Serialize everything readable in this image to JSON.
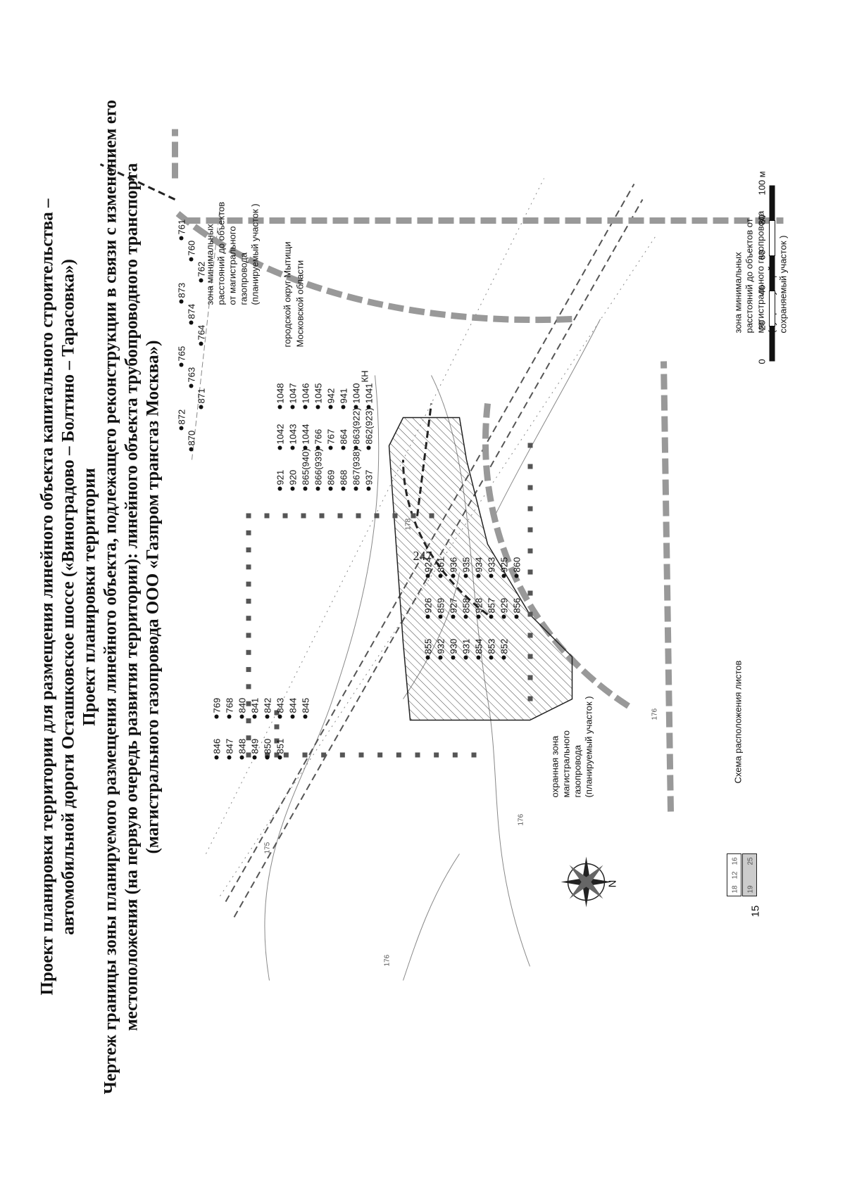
{
  "page_number": "247",
  "title": {
    "line1": "Проект планировки территории для размещения линейного объекта капитального строительства –",
    "line2": "автомобильной дороги Осташковское шоссе («Виноградово – Болтино – Тарасовка»)",
    "line3": "Проект планировки территории",
    "line4": "Чертеж границы зоны планируемого размещения линейного объекта, подлежащего реконструкции в связи с изменением его",
    "line5": "местоположения (на первую очередь развития территории): линейного объекта трубопроводного транспорта",
    "line6": "(магистрального газопровода ООО «Газпром трансгаз Москва»)"
  },
  "map": {
    "district_label_1": "городской округ Мытищи",
    "district_label_2": "Московской области",
    "planned_min_zone": [
      "зона минимальных",
      "расстояний до объектов",
      "от магистрального",
      "газопровода",
      "(планируемый участок )"
    ],
    "existing_min_zone": [
      "зона минимальных",
      "расстояний до объектов от",
      "магистрального газопровода",
      "(существующий",
      "сохраняемый участок  )"
    ],
    "protection_zone": [
      "охранная зона",
      "магистрального",
      "газопровода",
      "(планируемый участок )"
    ],
    "sheet_layout_label": "Схема расположения листов",
    "sheet_layout_number": "15",
    "sheet_layout_cells": [
      "18",
      "12",
      "16",
      "19",
      "25"
    ],
    "kn_label": "КН",
    "compass_n": "N",
    "contours": [
      "178",
      "176",
      "176",
      "175",
      "176"
    ],
    "points": {
      "row_top": [
        "761",
        "760",
        "762",
        "873",
        "874",
        "764",
        "765",
        "763",
        "871",
        "872",
        "870"
      ],
      "cluster_a": [
        "1048",
        "1047",
        "1046",
        "1045",
        "942",
        "941",
        "1040",
        "1041",
        "1042",
        "1043",
        "1044",
        "766",
        "767",
        "864",
        "863(922)",
        "862(923)",
        "921",
        "920",
        "865(940)",
        "866(939)",
        "869",
        "868",
        "867(938)",
        "937"
      ],
      "cluster_b": [
        "924",
        "861",
        "936",
        "935",
        "934",
        "933",
        "925",
        "860",
        "926",
        "859",
        "927",
        "858",
        "928",
        "857",
        "929",
        "856",
        "855",
        "932",
        "930",
        "931",
        "854",
        "853",
        "852"
      ],
      "cluster_c": [
        "769",
        "768",
        "840",
        "841",
        "842",
        "843",
        "844",
        "845",
        "846",
        "847",
        "848",
        "849",
        "850",
        "851"
      ]
    },
    "scale": {
      "ticks": [
        "0",
        "20",
        "40",
        "60",
        "80",
        "100 м"
      ]
    }
  }
}
